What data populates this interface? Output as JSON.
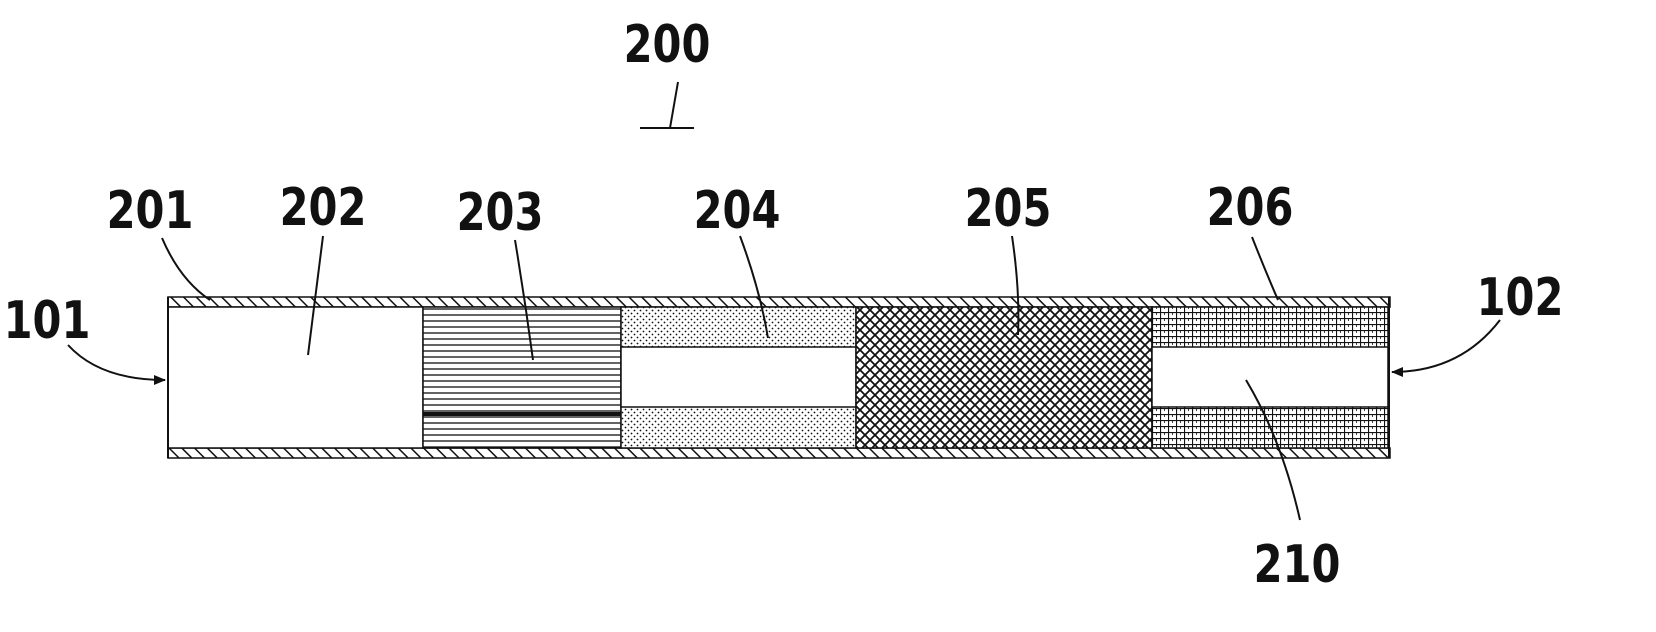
{
  "labels": {
    "l200": "200",
    "l201": "201",
    "l202": "202",
    "l203": "203",
    "l204": "204",
    "l205": "205",
    "l206": "206",
    "l101": "101",
    "l102": "102",
    "l210": "210"
  },
  "colors": {
    "ink": "#111111",
    "background": "#ffffff"
  }
}
